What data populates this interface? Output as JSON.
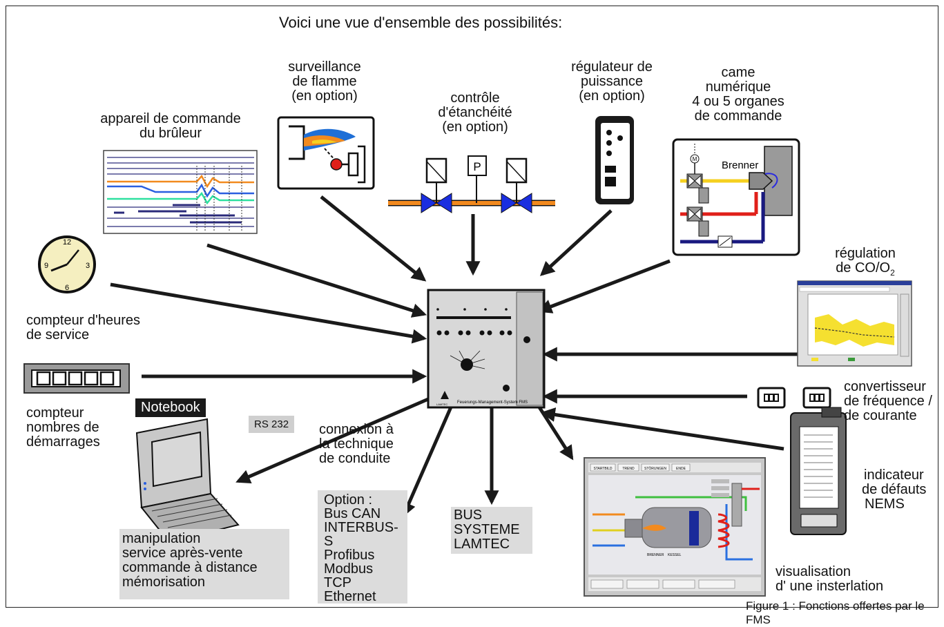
{
  "title": "Voici une vue d'ensemble des possibilités:",
  "caption": "Figure 1 : Fonctions offertes par le FMS",
  "labels": {
    "appareil": [
      "appareil de commande",
      "du brûleur"
    ],
    "flamme": [
      "surveillance",
      "de flamme",
      "(en option)"
    ],
    "etancheite": [
      "contrôle",
      "d'étanchéité",
      "(en option)"
    ],
    "regulateur": [
      "régulateur de",
      "puissance",
      "(en option)"
    ],
    "came": [
      "came",
      "numérique",
      "4 ou 5 organes",
      "de commande"
    ],
    "regulation_line1": "régulation",
    "regulation_line2": "de CO/O",
    "regulation_sub": "2",
    "compteur_heures": [
      "compteur d'heures",
      "de service"
    ],
    "compteur_demarrages": [
      "compteur",
      "nombres de",
      "démarrages"
    ],
    "notebook": "Notebook",
    "rs232": "RS 232",
    "connexion": [
      "connexion à",
      "la technique",
      "de conduite"
    ],
    "convertisseur": [
      "convertisseur",
      "de fréquence /",
      "de courante"
    ],
    "indicateur": [
      "indicateur",
      "de défauts",
      "NEMS"
    ],
    "visualisation": [
      "visualisation",
      "d' une insterlation"
    ]
  },
  "boxes": {
    "manipulation": [
      "manipulation",
      "service après-vente",
      "commande à distance",
      "mémorisation"
    ],
    "option": [
      "Option :",
      "Bus CAN",
      "INTERBUS-S",
      "Profibus",
      "Modbus",
      "TCP",
      "Ethernet"
    ],
    "bus": [
      "BUS",
      "SYSTEME",
      "LAMTEC"
    ]
  },
  "drawings": {
    "p_label": "P",
    "brenner": "Brenner",
    "m_label": "M",
    "clock": [
      "12",
      "3",
      "6",
      "9"
    ],
    "fms_caption": "Feuerungs-Management-System FMS",
    "lamtec": "LAMTEC",
    "visu_tabs": [
      "STARTBILD",
      "TREND",
      "STÖRUNGEN",
      "ENDE"
    ],
    "visu_parts": [
      "BRENNER",
      "KESSEL"
    ]
  },
  "colors": {
    "orange": "#f28a1e",
    "blue": "#1a2ee0",
    "yellow": "#f5d020",
    "red": "#e0201a",
    "navy": "#1a1a80",
    "green": "#3fbf3f"
  }
}
